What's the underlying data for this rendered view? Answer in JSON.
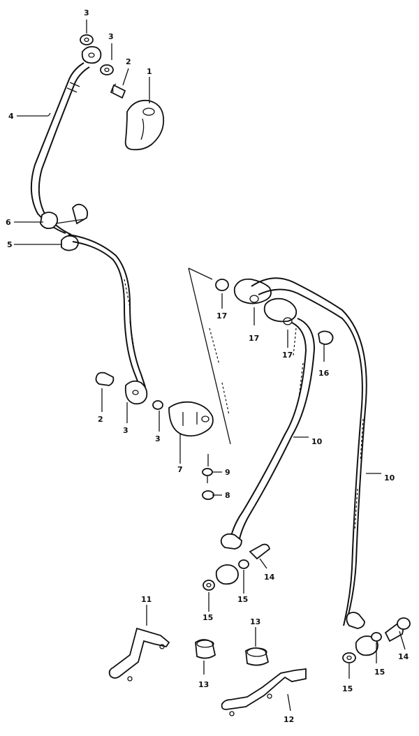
{
  "callouts": {
    "c1": "1",
    "c2a": "2",
    "c3a": "3",
    "c3b": "3",
    "c4": "4",
    "c6": "6",
    "c5": "5",
    "c2b": "2",
    "c3c": "3",
    "c3d": "3",
    "c7": "7",
    "c9": "9",
    "c8": "8",
    "c17a": "17",
    "c17b": "17",
    "c17c": "17",
    "c16": "16",
    "c10a": "10",
    "c10b": "10",
    "c14a": "14",
    "c15a": "15",
    "c15b": "15",
    "c11": "11",
    "c13a": "13",
    "c13b": "13",
    "c14b": "14",
    "c15c": "15",
    "c15d": "15",
    "c12": "12"
  }
}
